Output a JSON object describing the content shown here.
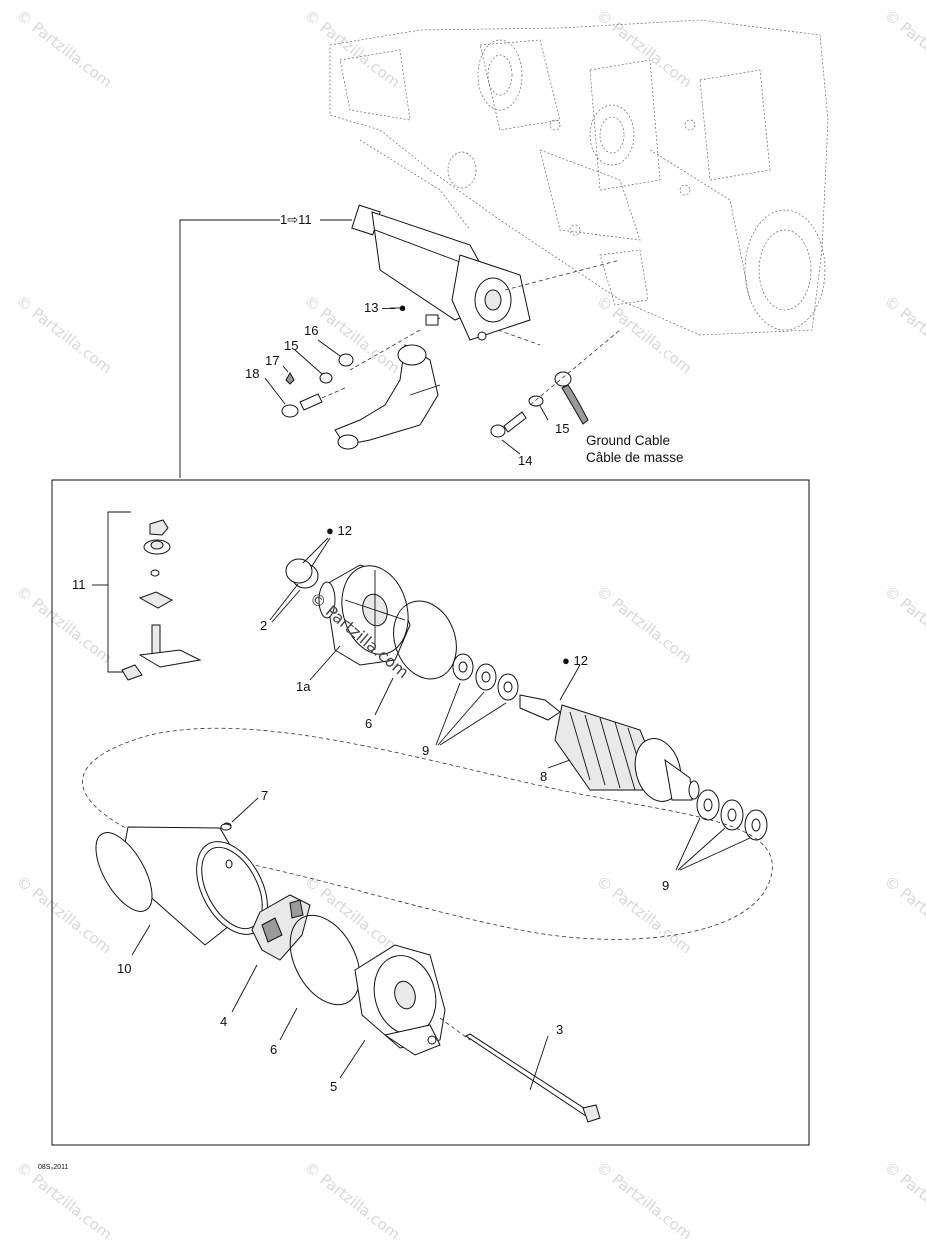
{
  "watermark": "© Partzilla.com",
  "center_watermark": "© Partzilla.com",
  "footer_code": "08S₀2011",
  "ground_cable": {
    "en": "Ground Cable",
    "fr": "Câble de masse"
  },
  "callouts": {
    "c1_11": "1⇨11",
    "c13": "13 — ●",
    "c16": "16",
    "c15a": "15",
    "c17": "17",
    "c18": "18",
    "c15b": "15",
    "c14": "14",
    "c12a": "● 12",
    "c11": "11",
    "c2": "2",
    "c1a": "1a",
    "c6a": "6",
    "c9a": "9",
    "c12b": "● 12",
    "c8": "8",
    "c7": "7",
    "c9b": "9",
    "c10": "10",
    "c4": "4",
    "c6b": "6",
    "c5": "5",
    "c3": "3"
  }
}
